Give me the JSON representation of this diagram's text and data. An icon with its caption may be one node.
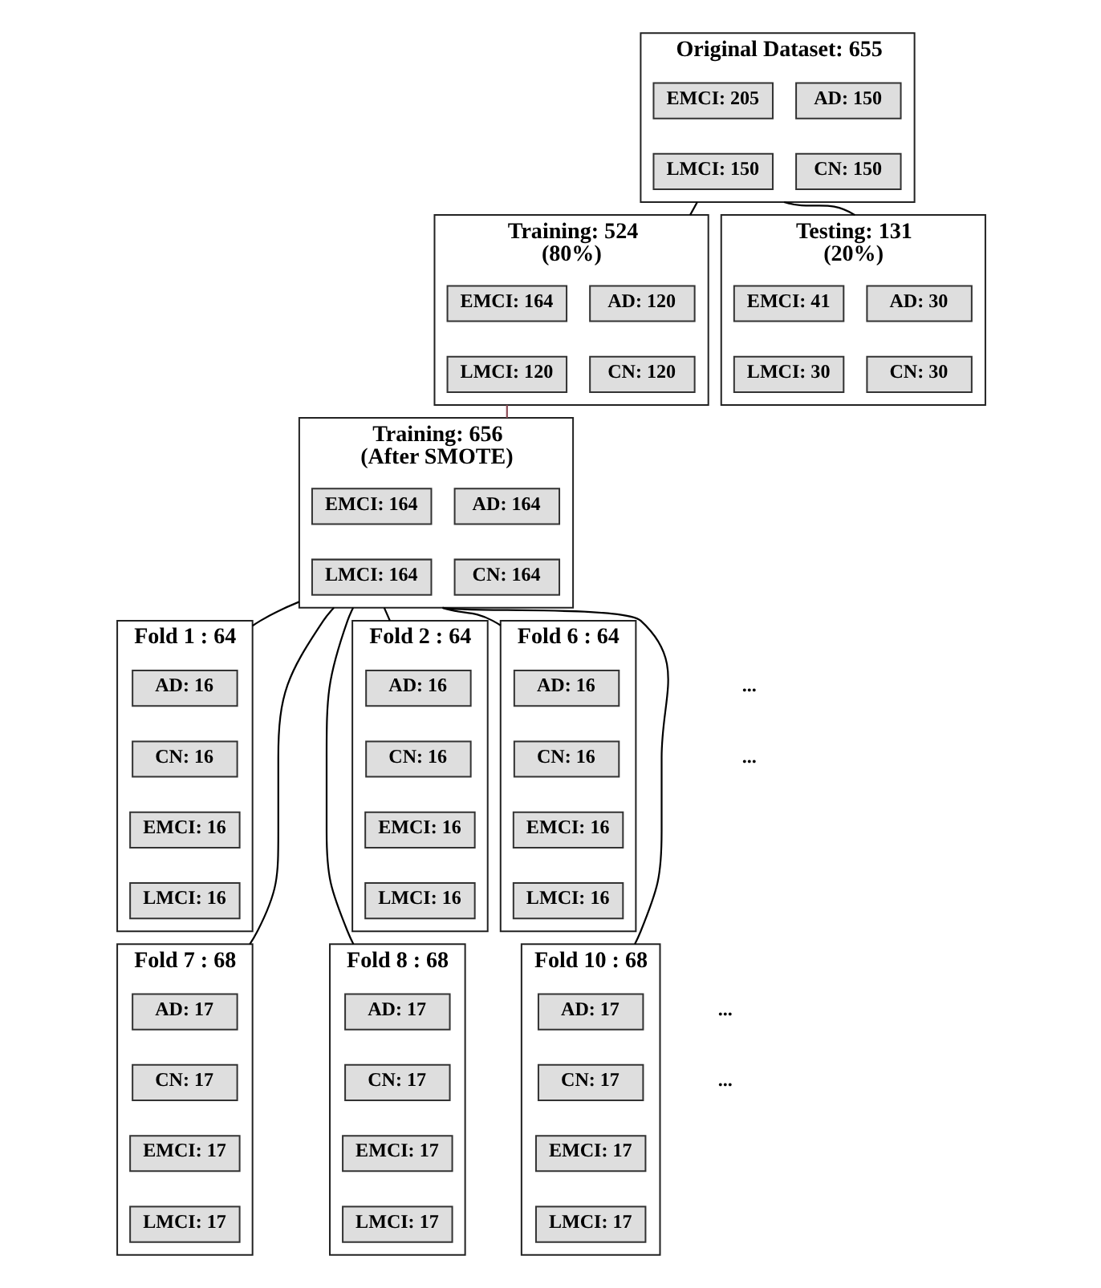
{
  "diagram": {
    "nodes": [
      {
        "text": [
          "Original Dataset: 655"
        ]
      },
      {
        "text": [
          "AD: 150"
        ],
        "in": 0
      },
      {
        "text": [
          "EMCI: 205"
        ],
        "in": 0
      },
      {
        "text": [
          "CN: 150"
        ],
        "in": 0
      },
      {
        "text": [
          "LMCI: 150"
        ],
        "in": 0
      },
      {
        "text": [
          "Training: 524",
          "(80%)"
        ]
      },
      {
        "text": [
          "AD: 120"
        ],
        "in": 5
      },
      {
        "text": [
          "EMCI: 164"
        ],
        "in": 5
      },
      {
        "text": [
          "CN: 120"
        ],
        "in": 5
      },
      {
        "text": [
          "LMCI: 120"
        ],
        "in": 5
      },
      {
        "text": [
          "Testing: 131",
          "(20%)"
        ]
      },
      {
        "text": [
          "AD: 30"
        ],
        "in": 10
      },
      {
        "text": [
          "EMCI: 41"
        ],
        "in": 10
      },
      {
        "text": [
          "CN: 30"
        ],
        "in": 10
      },
      {
        "text": [
          "LMCI: 30"
        ],
        "in": 10
      },
      {
        "text": [
          "Training: 656",
          "(After SMOTE)"
        ]
      },
      {
        "text": [
          "AD: 164"
        ],
        "in": 15
      },
      {
        "text": [
          "EMCI: 164"
        ],
        "in": 15
      },
      {
        "text": [
          "CN: 164"
        ],
        "in": 15
      },
      {
        "text": [
          "LMCI: 164"
        ],
        "in": 15
      },
      {
        "text": [
          "Fold 1 : 64"
        ]
      },
      {
        "text": [
          "AD: 16"
        ],
        "in": 20
      },
      {
        "text": [
          "CN: 16"
        ],
        "in": 20
      },
      {
        "text": [
          "EMCI: 16"
        ],
        "in": 20
      },
      {
        "text": [
          "LMCI: 16"
        ],
        "in": 20
      },
      {
        "text": [
          "Fold 2 : 64"
        ]
      },
      {
        "text": [
          "AD: 16"
        ],
        "in": 25
      },
      {
        "text": [
          "CN: 16"
        ],
        "in": 25
      },
      {
        "text": [
          "EMCI: 16"
        ],
        "in": 25
      },
      {
        "text": [
          "LMCI: 16"
        ],
        "in": 25
      },
      {
        "text": [
          "Fold 6 : 64"
        ]
      },
      {
        "text": [
          "AD: 16"
        ],
        "in": 30
      },
      {
        "text": [
          "CN: 16"
        ],
        "in": 30
      },
      {
        "text": [
          "EMCI: 16"
        ],
        "in": 30
      },
      {
        "text": [
          "LMCI: 16"
        ],
        "in": 30
      },
      {
        "text": [
          "Fold 7 : 68"
        ]
      },
      {
        "text": [
          "AD: 17"
        ],
        "in": 35
      },
      {
        "text": [
          "CN: 17"
        ],
        "in": 35
      },
      {
        "text": [
          "EMCI: 17"
        ],
        "in": 35
      },
      {
        "text": [
          "LMCI: 17"
        ],
        "in": 35
      },
      {
        "text": [
          "Fold 8 : 68"
        ]
      },
      {
        "text": [
          "AD: 17"
        ],
        "in": 40
      },
      {
        "text": [
          "CN: 17"
        ],
        "in": 40
      },
      {
        "text": [
          "EMCI: 17"
        ],
        "in": 40
      },
      {
        "text": [
          "LMCI: 17"
        ],
        "in": 40
      },
      {
        "text": [
          "Fold 10 : 68"
        ]
      },
      {
        "text": [
          "AD: 17"
        ],
        "in": 45
      },
      {
        "text": [
          "CN: 17"
        ],
        "in": 45
      },
      {
        "text": [
          "EMCI: 17"
        ],
        "in": 45
      },
      {
        "text": [
          "LMCI: 17"
        ],
        "in": 45
      }
    ],
    "edges": [
      {
        "from": 0,
        "to": 5,
        "arrow": "none"
      },
      {
        "from": 0,
        "to": 10,
        "arrow": "none"
      },
      {
        "from": 5,
        "to": 15,
        "arrow": "none",
        "color": "#8b4a55"
      },
      {
        "from": 15,
        "to": 20,
        "arrow": "none"
      },
      {
        "from": 15,
        "to": 25,
        "arrow": "none"
      },
      {
        "from": 15,
        "to": 30,
        "arrow": "none"
      },
      {
        "from": 15,
        "to": 35,
        "arrow": "none"
      },
      {
        "from": 15,
        "to": 40,
        "arrow": "none"
      },
      {
        "from": 15,
        "to": 45,
        "arrow": "none"
      }
    ],
    "labels": [
      "...",
      "...",
      "...",
      "..."
    ]
  }
}
